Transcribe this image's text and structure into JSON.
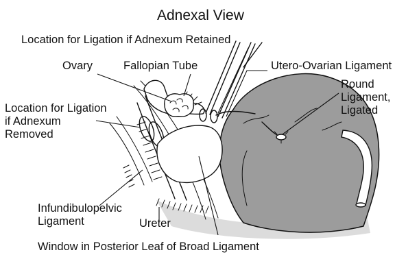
{
  "diagram": {
    "title": "Adnexal View",
    "labels": {
      "ligation_retained": "Location for Ligation if Adnexum Retained",
      "ovary": "Ovary",
      "fallopian_tube": "Fallopian Tube",
      "utero_ovarian": "Utero-Ovarian Ligament",
      "round_1": "Round",
      "round_2": "Ligament,",
      "round_3": "Ligated",
      "removed_1": "Location for Ligation",
      "removed_2": "if Adnexum",
      "removed_3": "Removed",
      "infundib_1": "Infundibulopelvic",
      "infundib_2": "Ligament",
      "ureter": "Ureter",
      "window": "Window in Posterior Leaf of Broad Ligament"
    }
  }
}
